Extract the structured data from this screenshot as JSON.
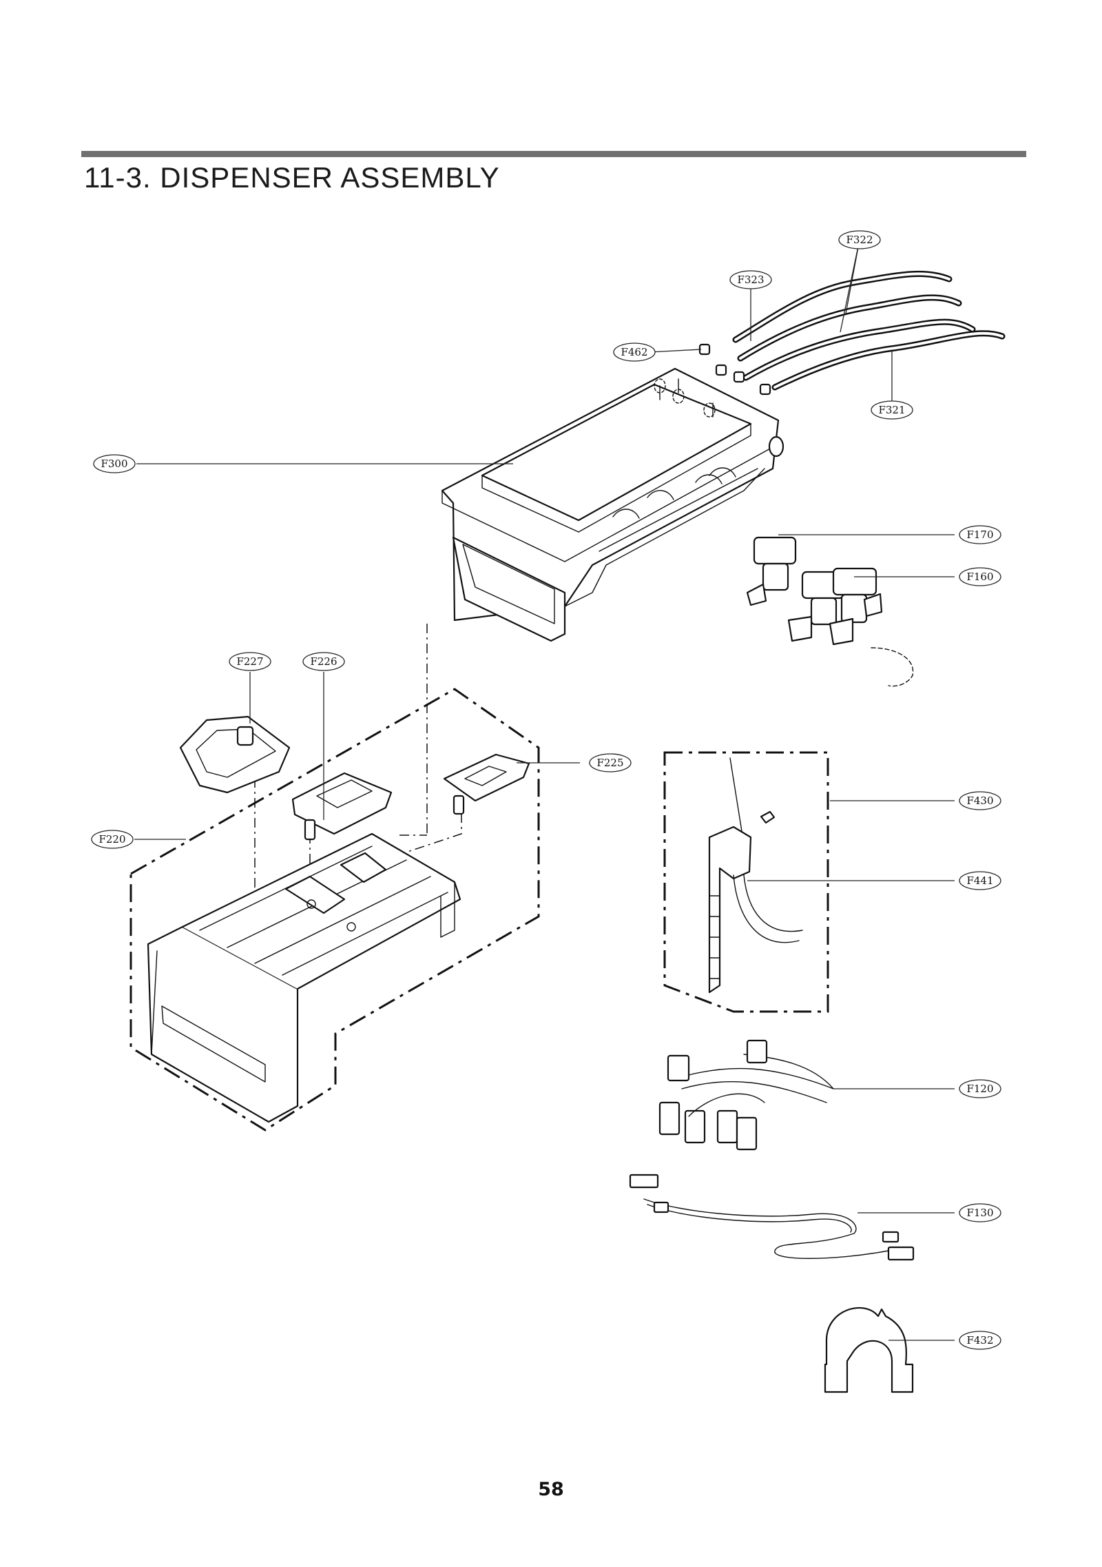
{
  "header": {
    "title": "11-3. DISPENSER ASSEMBLY"
  },
  "footer": {
    "page_number": "58"
  },
  "callouts": {
    "f322": "F322",
    "f323": "F323",
    "f462": "F462",
    "f321": "F321",
    "f300": "F300",
    "f170": "F170",
    "f160": "F160",
    "f227": "F227",
    "f226": "F226",
    "f225": "F225",
    "f220": "F220",
    "f430": "F430",
    "f441": "F441",
    "f120": "F120",
    "f130": "F130",
    "f432": "F432"
  }
}
